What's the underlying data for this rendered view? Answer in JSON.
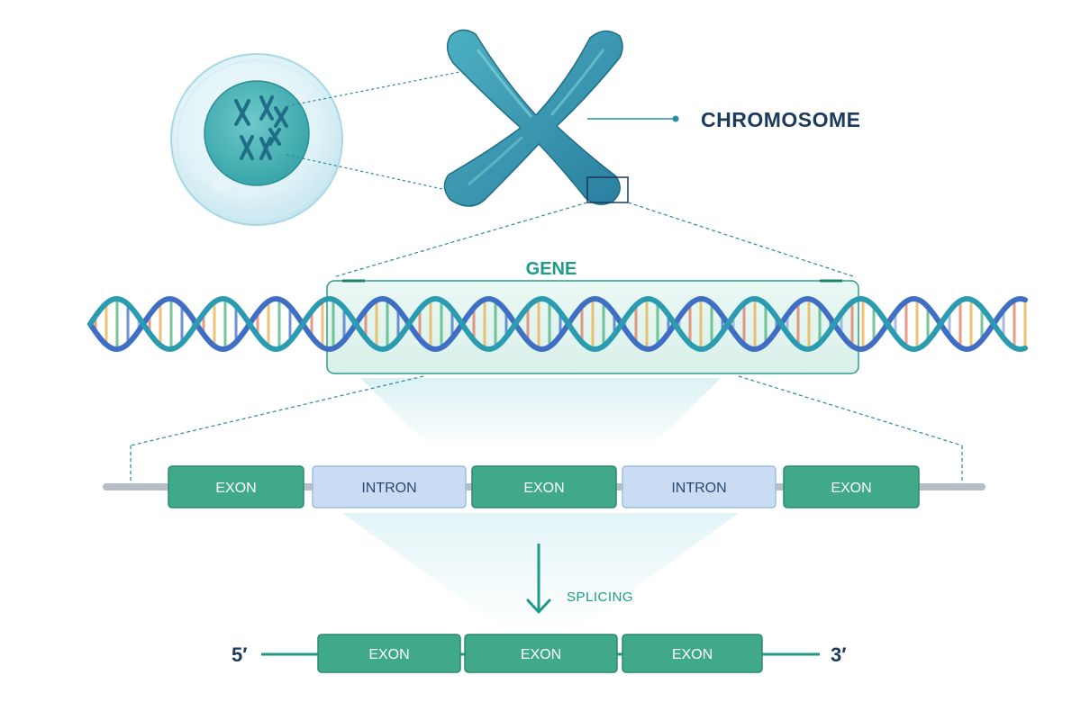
{
  "labels": {
    "chromosome": "CHROMOSOME",
    "gene": "GENE",
    "splicing": "SPLICING",
    "five_prime": "5′",
    "three_prime": "3′"
  },
  "pre_mrna": [
    {
      "kind": "exon",
      "label": "EXON"
    },
    {
      "kind": "intron",
      "label": "INTRON"
    },
    {
      "kind": "exon",
      "label": "EXON"
    },
    {
      "kind": "intron",
      "label": "INTRON"
    },
    {
      "kind": "exon",
      "label": "EXON"
    }
  ],
  "mature_mrna": [
    {
      "kind": "exon",
      "label": "EXON"
    },
    {
      "kind": "exon",
      "label": "EXON"
    },
    {
      "kind": "exon",
      "label": "EXON"
    }
  ],
  "colors": {
    "navy": "#1b3a5c",
    "teal": "#1f9a8a",
    "exon": "#3fa98a",
    "exon_dark": "#2d8a6f",
    "intron": "#c9dcf3",
    "intron_text": "#2c4a70",
    "chromosome": "#2f8fa6",
    "dna_blue": "#3f6fc4",
    "dna_teal": "#2a9bb0"
  },
  "icons": {
    "cell": "cell-icon",
    "chromosome": "chromosome-icon",
    "dna": "dna-double-helix-icon",
    "arrow": "arrow-down-icon"
  }
}
